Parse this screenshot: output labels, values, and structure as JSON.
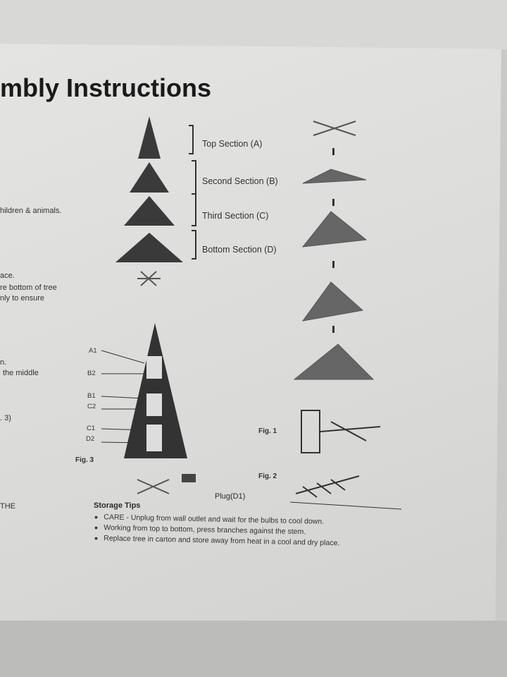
{
  "title": "mbly Instructions",
  "left_fragments": [
    "hildren & animals.",
    "ace.",
    "re bottom of tree",
    "nly to ensure",
    "n.",
    "the middle",
    ". 3)",
    "THE"
  ],
  "sections": [
    "Top Section (A)",
    "Second Section (B)",
    "Third Section (C)",
    "Bottom Section (D)"
  ],
  "fig3_labels": [
    "A1",
    "B2",
    "B1",
    "C2",
    "C1",
    "D2"
  ],
  "figures": {
    "fig1": "Fig. 1",
    "fig2": "Fig. 2",
    "fig3": "Fig. 3"
  },
  "plug_label": "Plug(D1)",
  "storage": {
    "heading": "Storage Tips",
    "tips": [
      "CARE - Unplug from wall outlet and wait for the bulbs to cool down.",
      "Working from top to bottom, press branches against the stem.",
      "Replace tree in carton and store away from heat in a cool and dry place."
    ]
  }
}
